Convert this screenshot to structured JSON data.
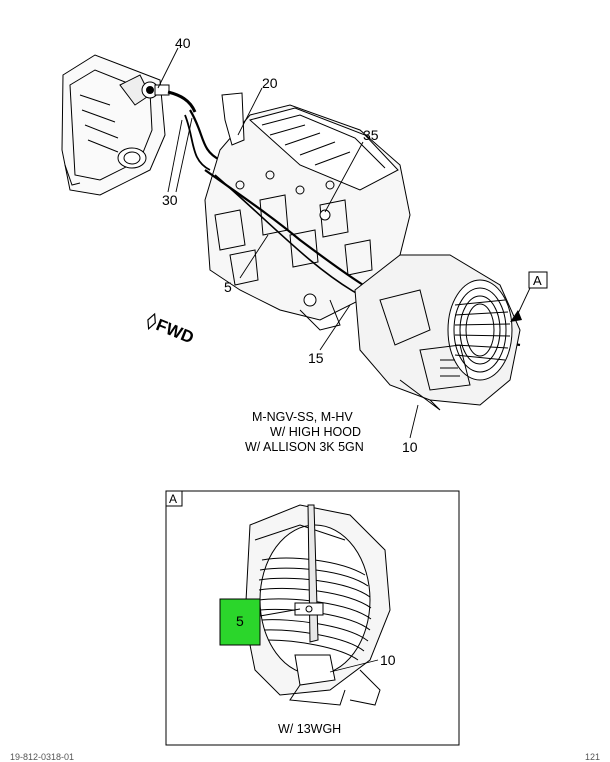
{
  "main_view": {
    "callouts": [
      {
        "id": "c40",
        "label": "40"
      },
      {
        "id": "c20",
        "label": "20"
      },
      {
        "id": "c35",
        "label": "35"
      },
      {
        "id": "c30",
        "label": "30"
      },
      {
        "id": "c5",
        "label": "5"
      },
      {
        "id": "c15",
        "label": "15"
      },
      {
        "id": "c10",
        "label": "10"
      }
    ],
    "view_ref": "A",
    "fwd": "FWD",
    "caption": [
      "M-NGV-SS, M-HV",
      "W/ HIGH HOOD",
      "W/ ALLISON 3K 5GN"
    ]
  },
  "detail_view": {
    "label": "A",
    "callouts": [
      {
        "id": "d5",
        "label": "5"
      },
      {
        "id": "d10",
        "label": "10"
      }
    ],
    "highlight_color": "#2bd62b",
    "caption": "W/ 13WGH"
  },
  "footer": {
    "left": "19-812-0318-01",
    "right": "121"
  }
}
